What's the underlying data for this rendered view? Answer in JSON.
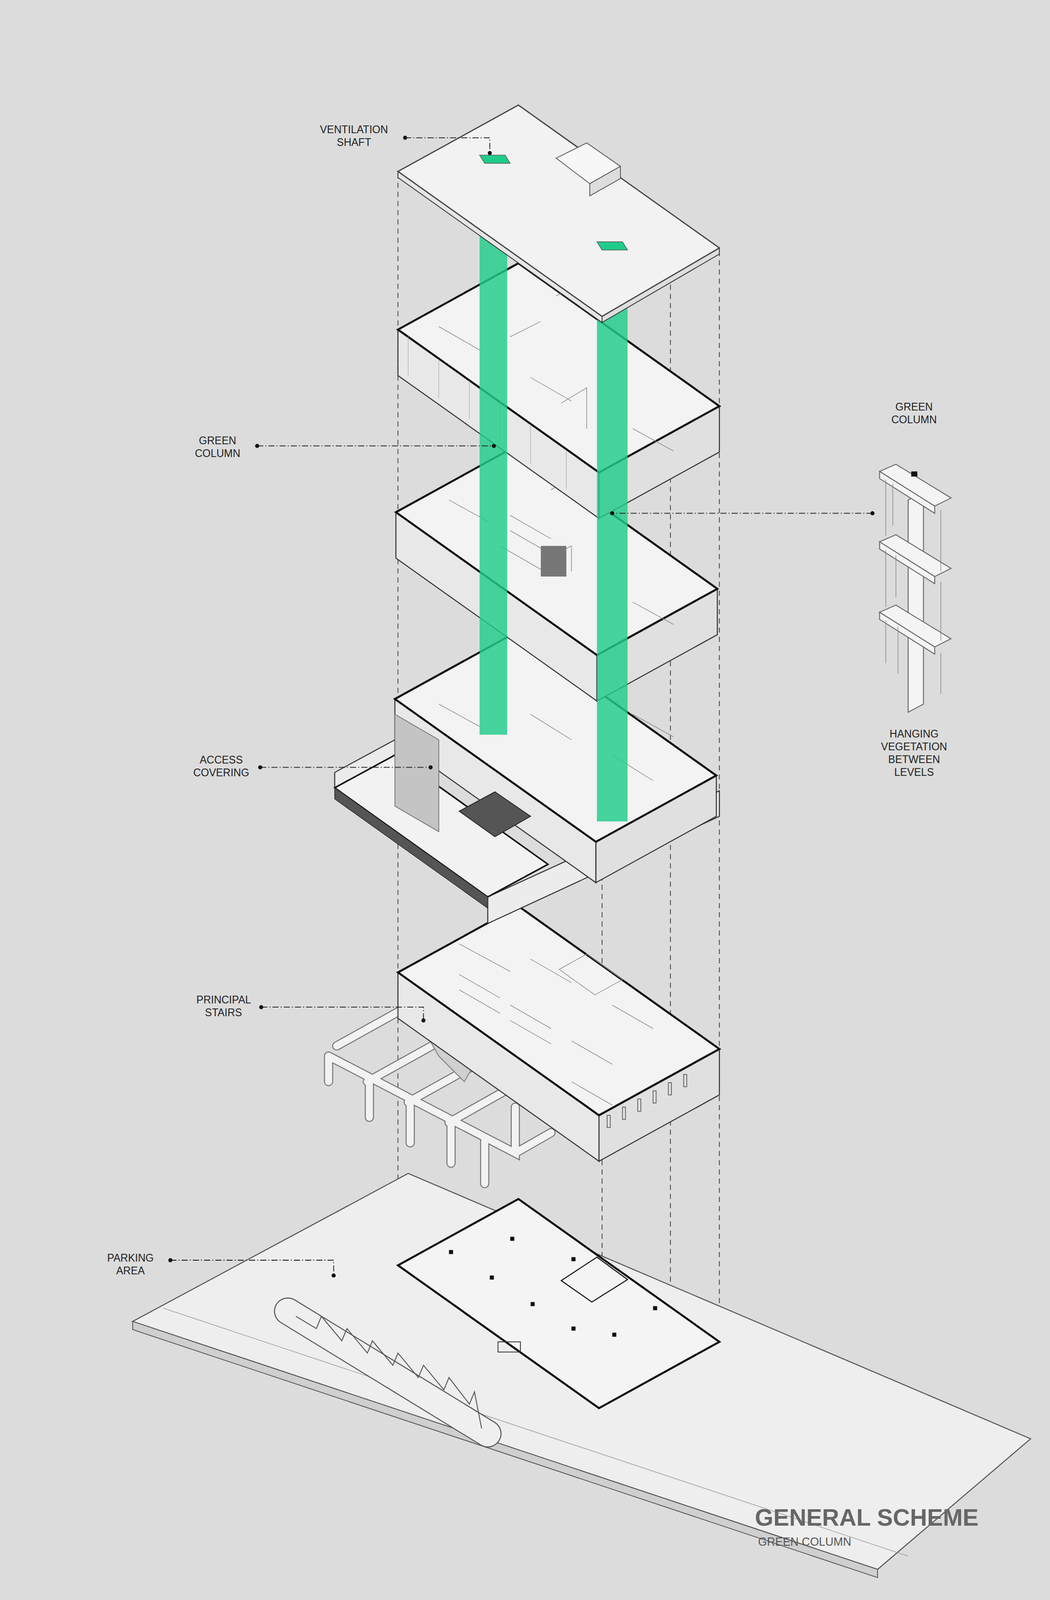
{
  "diagram": {
    "title": "GENERAL SCHEME",
    "caption": "GREEN COLUMN",
    "labels": [
      "VENTILATION SHAFT",
      "GREEN COLUMN",
      "ACCESS COVERING",
      "PRINCIPAL STAIRS",
      "PARKING AREA",
      "GREEN COLUMN",
      "HANGING VEGETATION BETWEEN LEVELS"
    ]
  }
}
